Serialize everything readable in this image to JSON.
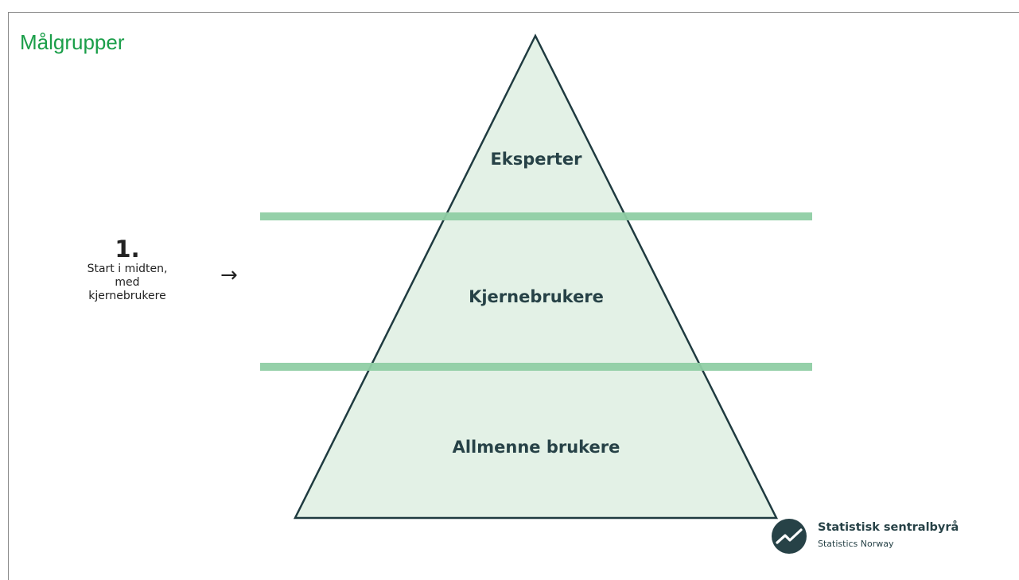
{
  "slide": {
    "title": "Målgrupper"
  },
  "pyramid": {
    "levels": [
      {
        "label": "Eksperter"
      },
      {
        "label": "Kjernebrukere"
      },
      {
        "label": "Allmenne brukere"
      }
    ],
    "colors": {
      "fill": "#e3f1e6",
      "outline": "#1f3b40",
      "divider": "#8fcea4",
      "label": "#274247"
    }
  },
  "annotation": {
    "number": "1.",
    "text_lines": [
      "Start i midten,",
      "med",
      "kjernebrukere"
    ],
    "arrow_icon": "arrow-right-icon"
  },
  "brand": {
    "name": "Statistisk sentralbyrå",
    "subtitle": "Statistics Norway",
    "logo_icon": "ssb-logo-icon",
    "logo_color": "#274247"
  },
  "colors": {
    "title": "#1a9e49"
  }
}
